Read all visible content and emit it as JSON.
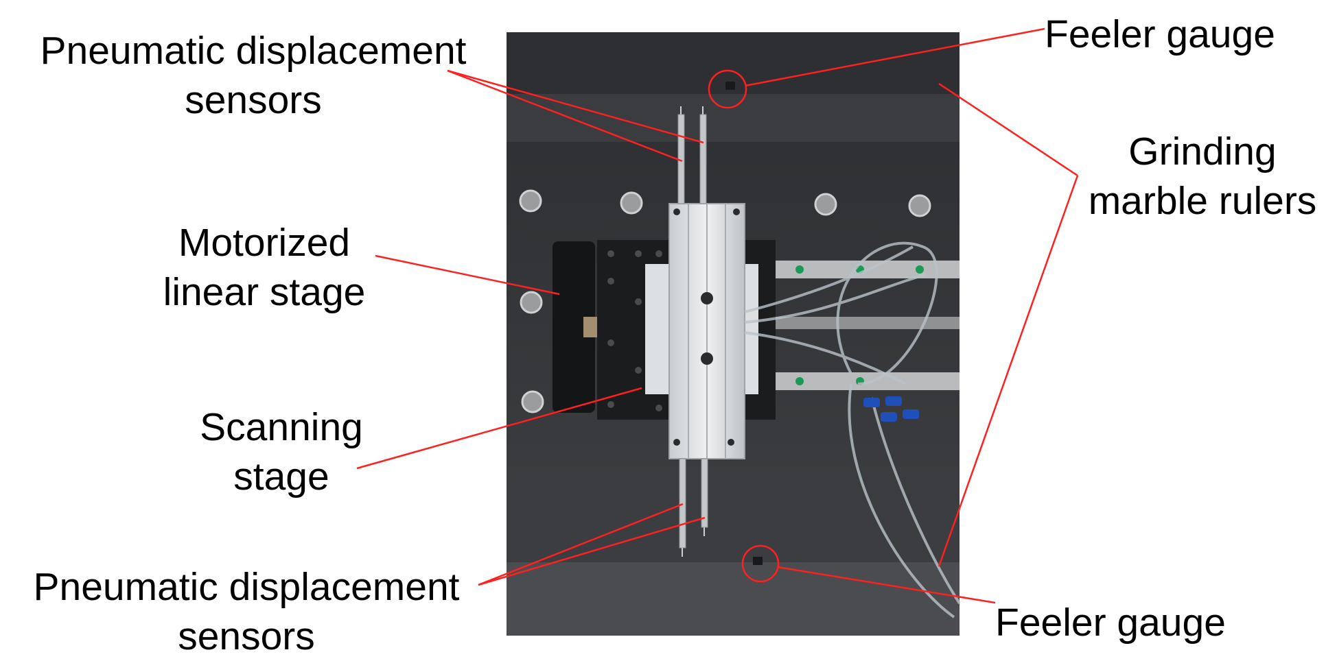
{
  "labels": {
    "sensors_top": {
      "line1": "Pneumatic displacement",
      "line2": "sensors"
    },
    "motorized_stage": {
      "line1": "Motorized",
      "line2": "linear stage"
    },
    "scanning_stage": {
      "line1": "Scanning",
      "line2": "stage"
    },
    "sensors_bottom": {
      "line1": "Pneumatic displacement",
      "line2": "sensors"
    },
    "feeler_top": "Feeler gauge",
    "rulers": {
      "line1": "Grinding",
      "line2": "marble rulers"
    },
    "feeler_bottom": "Feeler gauge"
  },
  "colors": {
    "leader": "#ff2020",
    "background": "#ffffff",
    "text": "#000000"
  }
}
